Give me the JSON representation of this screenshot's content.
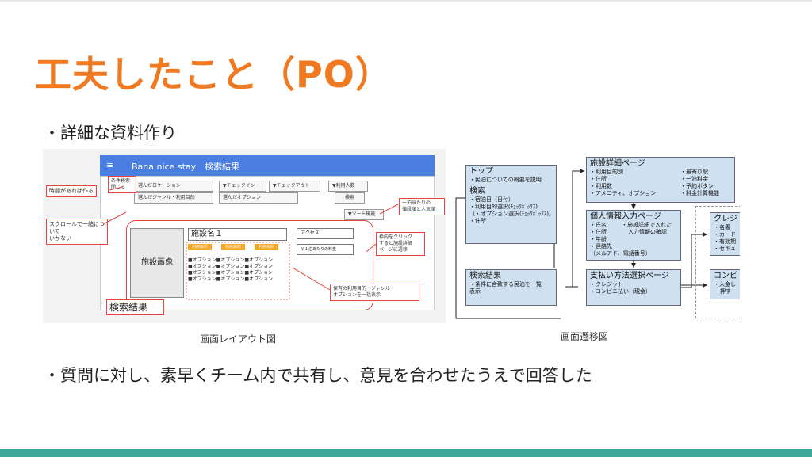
{
  "title": "工夫したこと（PO）",
  "bullets": [
    "・詳細な資料作り",
    "・質問に対し、素早くチーム内で共有し、意見を合わせたうえで回答した"
  ],
  "captions": {
    "layout": "画面レイアウト図",
    "flow": "画面遷移図"
  },
  "layout": {
    "header_title": "Bana nice stay　検索結果",
    "menu_icon": "≡",
    "filters": [
      "選んだロケーション",
      "▼チェックイン",
      "▼チェックアウト",
      "▼利用人数",
      "選んだジャンル・利用目的",
      "選んだオプション",
      "検索"
    ],
    "sort": "▼ソート機能",
    "image": "施設画像",
    "facility_name": "施設名１",
    "tags": [
      "利用目的",
      "利用目的",
      "利用目的"
    ],
    "options_line": "■オプション■オプション■オプション",
    "access": "アクセス",
    "price": "￥１泊あたりの料金",
    "results_label": "検索結果",
    "notes": {
      "n1": "条件検索\n閉じる",
      "n2": "時間があれば作る",
      "n3": "スクロールで一緒について\nいかない",
      "n4": "一泊当たりの\n値段順と人気順",
      "n5": "枠内をクリック\nすると施設詳細\nページに遷移",
      "n6": "保有の利用目的・ジャンル・\nオプションを一括表示"
    }
  },
  "flow": {
    "top": {
      "title": "トップ",
      "lines": [
        "・民泊についての概要を説明"
      ]
    },
    "search": {
      "title": "検索",
      "lines": [
        "・宿泊日（日付）",
        "・利用目的選択(ﾁｪｯｸﾎﾞｯｸｽ)",
        "（・オプション選択(ﾁｪｯｸﾎﾞｯｸｽ)）",
        "・住所"
      ]
    },
    "results": {
      "title": "検索結果",
      "lines": [
        "・条件に合致する民泊を一覧",
        "表示"
      ]
    },
    "detail": {
      "title": "施設詳細ページ",
      "lines": [
        "・利用目的別",
        "・住所",
        "・利用数",
        "・アメニティ、オプション"
      ],
      "right": [
        "・最寄り駅",
        "・一泊料金",
        "・予約ボタン",
        "・料金計算機能"
      ]
    },
    "personal": {
      "title": "個人情報入力ページ",
      "lines": [
        "・氏名",
        "・住所",
        "・年齢",
        "・連絡先",
        "（メルアド、電話番号）"
      ],
      "right": [
        "・施設詳細で入れた",
        "入力情報の確認"
      ]
    },
    "payment": {
      "title": "支払い方法選択ページ",
      "lines": [
        "・クレジット",
        "・コンビニ払い（現金）"
      ]
    },
    "credit": {
      "title": "クレジ",
      "lines": [
        "・名義",
        "・カード",
        "・有効期",
        "・セキュ"
      ]
    },
    "konbini": {
      "title": "コンビ",
      "lines": [
        "・入金し",
        "押す"
      ]
    }
  }
}
